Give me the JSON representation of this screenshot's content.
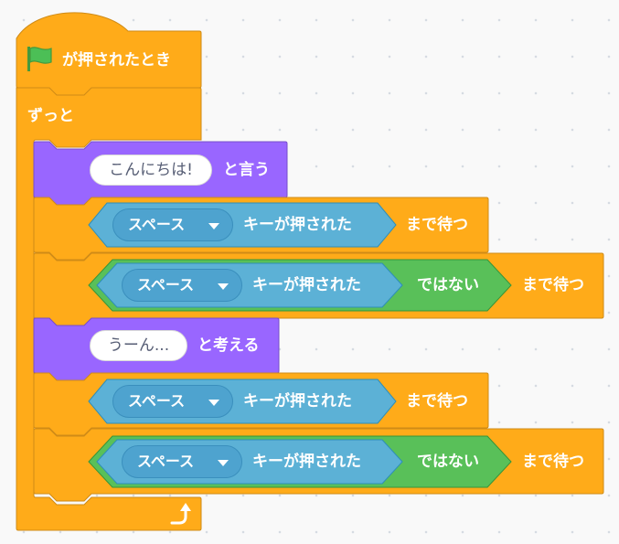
{
  "colors": {
    "control": "#ffab19",
    "looks": "#9966ff",
    "sensing": "#5cb1d6",
    "operators": "#59c059",
    "flag": "#4cbf56"
  },
  "script": {
    "hat": {
      "icon": "green-flag-icon",
      "label": "が押されたとき"
    },
    "forever": {
      "label": "ずっと",
      "loop_icon": "loop-arrow-icon"
    },
    "blocks": [
      {
        "type": "say",
        "input": "こんにちは!",
        "label": "と言う"
      },
      {
        "type": "wait_until",
        "key": "スペース",
        "key_label": "キーが押された",
        "label": "まで待つ"
      },
      {
        "type": "wait_until_not",
        "key": "スペース",
        "key_label": "キーが押された",
        "not_label": "ではない",
        "label": "まで待つ"
      },
      {
        "type": "think",
        "input": "うーん...",
        "label": "と考える"
      },
      {
        "type": "wait_until",
        "key": "スペース",
        "key_label": "キーが押された",
        "label": "まで待つ"
      },
      {
        "type": "wait_until_not",
        "key": "スペース",
        "key_label": "キーが押された",
        "not_label": "ではない",
        "label": "まで待つ"
      }
    ]
  }
}
